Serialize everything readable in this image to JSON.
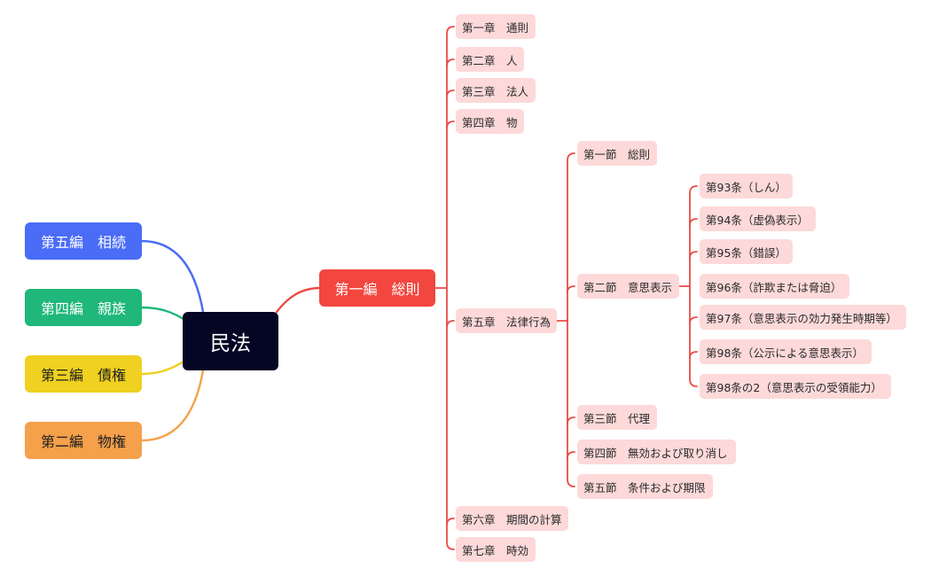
{
  "colors": {
    "root": "#050524",
    "book1": "#f2463f",
    "book2": "#f5a04a",
    "book3": "#f0d020",
    "book4": "#1fb77a",
    "book5": "#4a6cf7",
    "leaf_bg": "#fdd9d9",
    "connector_main": "#e94b45"
  },
  "root": {
    "label": "民法"
  },
  "books": {
    "book1": "第一編　総則",
    "book2": "第二編　物権",
    "book3": "第三編　債権",
    "book4": "第四編　親族",
    "book5": "第五編　相続"
  },
  "chapters": {
    "ch1": "第一章　通則",
    "ch2": "第二章　人",
    "ch3": "第三章　法人",
    "ch4": "第四章　物",
    "ch5": "第五章　法律行為",
    "ch6": "第六章　期間の計算",
    "ch7": "第七章　時効"
  },
  "sections": {
    "s1": "第一節　総則",
    "s2": "第二節　意思表示",
    "s3": "第三節　代理",
    "s4": "第四節　無効および取り消し",
    "s5": "第五節　条件および期限"
  },
  "articles": {
    "a93": "第93条（しん）",
    "a94": "第94条（虚偽表示）",
    "a95": "第95条（錯誤）",
    "a96": "第96条（詐欺または脅迫）",
    "a97": "第97条（意思表示の効力発生時期等）",
    "a98": "第98条（公示による意思表示）",
    "a98_2": "第98条の2（意思表示の受領能力）"
  }
}
